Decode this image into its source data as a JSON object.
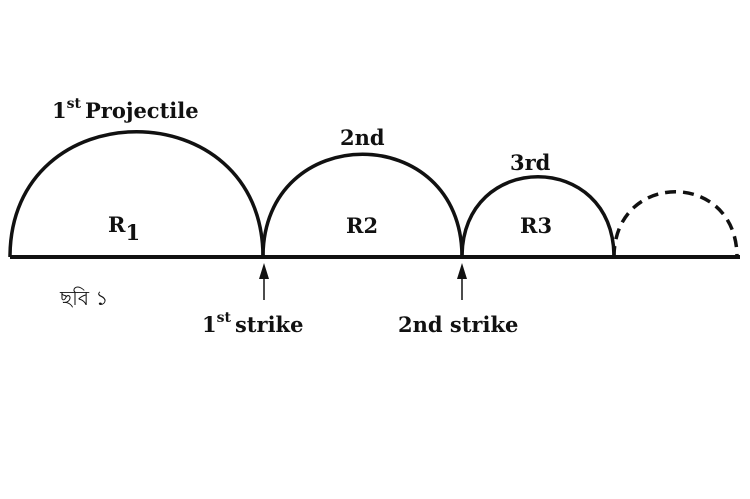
{
  "labels": {
    "first_projectile_num": "1",
    "first_projectile_sup": "st",
    "first_projectile_text": "Projectile",
    "second": "2nd",
    "third": "3rd",
    "r1_main": "R",
    "r1_sub": "1",
    "r2": "R2",
    "r3": "R3",
    "figure_caption": "ছবি ১",
    "first_strike_num": "1",
    "first_strike_sup": "st",
    "first_strike_text": "strike",
    "second_strike": "2nd strike"
  },
  "colors": {
    "stroke": "#111111",
    "background": "#ffffff"
  }
}
